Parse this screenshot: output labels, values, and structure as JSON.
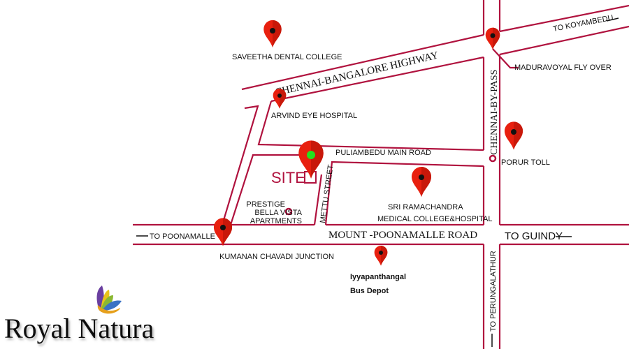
{
  "roads": {
    "highway": "CHENNAI-BANGALORE HIGHWAY",
    "bypass": "CHENNAI-BY-PASS",
    "puliambedu": "PULIAMBEDU MAIN ROAD",
    "mettu": "METTU STREET",
    "mount_poonamalle": "MOUNT -POONAMALLE ROAD"
  },
  "directions": {
    "koyambedu": "TO KOYAMBEDU",
    "poonamalle": "TO POONAMALLE",
    "guindy": "TO GUINDY",
    "perungalathur": "TO PERUNGALATHUR"
  },
  "places": {
    "saveetha": "SAVEETHA DENTAL COLLEGE",
    "maduravoyal": "MADURAVOYAL FLY OVER",
    "arvind": "ARVIND EYE HOSPITAL",
    "porur": "PORUR TOLL",
    "site": "SITE",
    "prestige": [
      "PRESTIGE",
      "BELLA VISTA",
      "APARTMENTS"
    ],
    "sri_ramachandra": [
      "SRI RAMACHANDRA",
      "MEDICAL COLLEGE&HOSPITAL"
    ],
    "kumanan": "KUMANAN CHAVADI JUNCTION",
    "iyyapanthangal": [
      "Iyyapanthangal",
      "Bus Depot"
    ]
  },
  "brand": {
    "name": "Royal Natura"
  },
  "colors": {
    "road": "#b0123e",
    "pin": "#e8200f",
    "site_dot": "#22e01e"
  }
}
